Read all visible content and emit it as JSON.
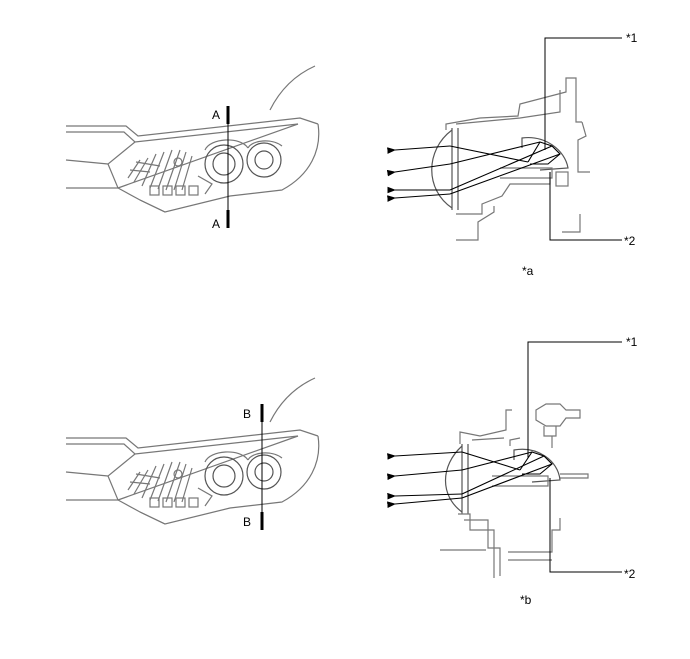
{
  "figure_a": {
    "section_top": "A",
    "section_bottom": "A",
    "callout_1": "*1",
    "callout_2": "*2",
    "caption": "*a"
  },
  "figure_b": {
    "section_top": "B",
    "section_bottom": "B",
    "callout_1": "*1",
    "callout_2": "*2",
    "caption": "*b"
  }
}
